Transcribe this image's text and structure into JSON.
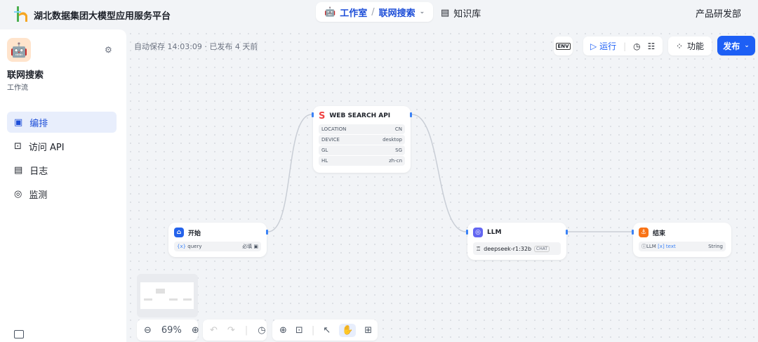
{
  "header": {
    "app_title": "湖北数据集团大模型应用服务平台",
    "workspace": "工作室",
    "separator": "/",
    "current": "联网搜索",
    "knowledge_base": "知识库",
    "org": "产品研发部"
  },
  "sidebar": {
    "app_name": "联网搜索",
    "app_type": "工作流",
    "items": [
      {
        "label": "编排",
        "active": true
      },
      {
        "label": "访问 API"
      },
      {
        "label": "日志"
      },
      {
        "label": "监测"
      }
    ]
  },
  "canvas": {
    "save_status": "自动保存 14:03:09 · 已发布 4 天前"
  },
  "toolbar": {
    "env": "ENV",
    "run": "运行",
    "features": "功能",
    "publish": "发布"
  },
  "nodes": {
    "start": {
      "title": "开始",
      "var": "query",
      "required": "必填"
    },
    "web": {
      "title": "WEB SEARCH API",
      "rows": [
        {
          "k": "LOCATION",
          "v": "CN"
        },
        {
          "k": "DEVICE",
          "v": "desktop"
        },
        {
          "k": "GL",
          "v": "SG"
        },
        {
          "k": "HL",
          "v": "zh-cn"
        }
      ]
    },
    "llm": {
      "title": "LLM",
      "model": "deepseek-r1:32b",
      "badge": "CHAT"
    },
    "end": {
      "title": "结束",
      "source": "LLM",
      "var": "text",
      "type": "String"
    }
  },
  "bottom": {
    "zoom": "69%"
  },
  "colors": {
    "accent": "#1d5ff5"
  }
}
